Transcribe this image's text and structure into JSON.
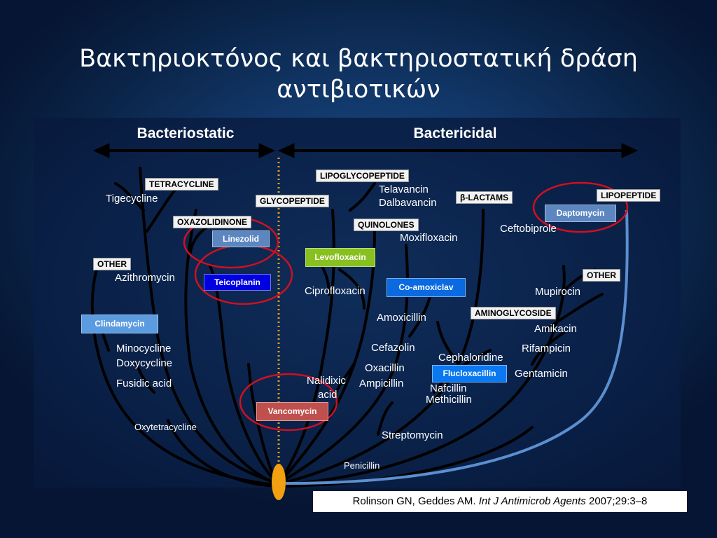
{
  "title": {
    "line1": "Βακτηριοκτόνος και βακτηριοστατική δράση",
    "line2": "αντιβιοτικών"
  },
  "headers": {
    "bacteriostatic": "Bacteriostatic",
    "bactericidal": "Bactericidal"
  },
  "class_labels": {
    "tetracycline": "TETRACYCLINE",
    "oxazolidinone": "OXAZOLIDINONE",
    "other_left": "OTHER",
    "lipoglycopeptide": "LIPOGLYCOPEPTIDE",
    "glycopeptide": "GLYCOPEPTIDE",
    "quinolones": "QUINOLONES",
    "beta_lactams": "β-LACTAMS",
    "lipopeptide": "LIPOPEPTIDE",
    "other_right": "OTHER",
    "aminoglycoside": "AMINOGLYCOSIDE"
  },
  "highlighted_drugs": {
    "linezolid": "Linezolid",
    "teicoplanin": "Teicoplanin",
    "clindamycin": "Clindamycin",
    "levofloxacin": "Levofloxacin",
    "co_amoxiclav": "Co-amoxiclav",
    "daptomycin": "Daptomycin",
    "flucloxacillin": "Flucloxacillin",
    "vancomycin": "Vancomycin"
  },
  "drugs": {
    "tigecycline": "Tigecycline",
    "azithromycin": "Azithromycin",
    "minocycline": "Minocycline",
    "doxycycline": "Doxycycline",
    "fusidic_acid": "Fusidic acid",
    "oxytetracycline": "Oxytetracycline",
    "telavancin": "Telavancin",
    "dalbavancin": "Dalbavancin",
    "moxifloxacin": "Moxifloxacin",
    "ceftobiprole": "Ceftobiprole",
    "ciprofloxacin": "Ciprofloxacin",
    "mupirocin": "Mupirocin",
    "amoxicillin": "Amoxicillin",
    "amikacin": "Amikacin",
    "cefazolin": "Cefazolin",
    "rifampicin": "Rifampicin",
    "cephaloridine": "Cephaloridine",
    "oxacillin": "Oxacillin",
    "nalidixic_acid_1": "Nalidixic",
    "nalidixic_acid_2": "acid",
    "ampicillin": "Ampicillin",
    "gentamicin": "Gentamicin",
    "nafcillin": "Nafcillin",
    "methicillin": "Methicillin",
    "streptomycin": "Streptomycin",
    "penicillin": "Penicillin"
  },
  "citation": {
    "authors": "Rolinson GN, Geddes AM.",
    "journal": "Int J Antimicrob Agents",
    "details": "2007;29:3–8"
  },
  "colors": {
    "background": "#0a2346",
    "class_label_bg": "#f2f2f2",
    "linezolid_box": "#5b86c0",
    "teicoplanin_box": "#0000e0",
    "clindamycin_box": "#5b9be0",
    "levofloxacin_box": "#88c020",
    "co_amoxiclav_box": "#0a6ae0",
    "daptomycin_box": "#5b86c0",
    "flucloxacillin_box": "#0a78f0",
    "vancomycin_box": "#c0504d",
    "highlight_circle": "#d01020",
    "divider_line": "#e0a020",
    "daptomycin_branch": "#5b8fd0",
    "root_node": "#f0a010"
  }
}
